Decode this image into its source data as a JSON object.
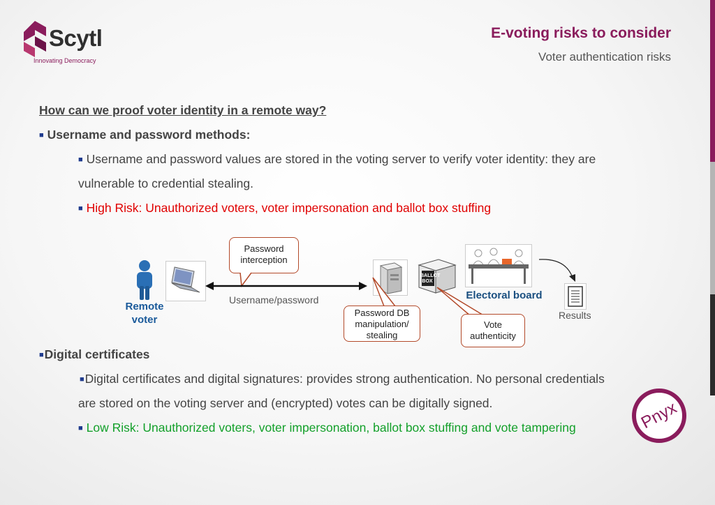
{
  "logo": {
    "name": "Scytl",
    "tagline": "Innovating Democracy"
  },
  "header": {
    "title": "E-voting risks to consider",
    "subtitle": "Voter authentication risks"
  },
  "question": "How can we proof voter identity in a remote way?",
  "section1": {
    "heading": "Username and password methods:",
    "detail_line1": "Username and password values are stored in the voting server to verify voter identity: they are",
    "detail_line2": "vulnerable to credential stealing.",
    "risk": "High Risk: Unauthorized voters, voter impersonation and ballot box stuffing"
  },
  "diagram": {
    "remote_voter": "Remote voter",
    "password_interception": "Password interception",
    "connection_label": "Username/password",
    "password_db": "Password DB manipulation/ stealing",
    "ballot_box": "BALLOT BOX",
    "electoral_board": "Electoral board",
    "vote_authenticity": "Vote authenticity",
    "results": "Results"
  },
  "section2": {
    "heading": "Digital certificates",
    "detail_line1": "Digital certificates and digital signatures: provides strong authentication. No personal credentials",
    "detail_line2": "are stored on the voting server and (encrypted) votes can be digitally signed.",
    "risk": "Low Risk: Unauthorized voters, voter impersonation, ballot box stuffing and vote tampering"
  },
  "stamp": "Pnyx",
  "colors": {
    "brand": "#8a1c5c",
    "high_risk": "#e00000",
    "low_risk": "#13a02a",
    "bullet": "#1f3b8e"
  },
  "icons": [
    "scytl-logo-icon",
    "person-icon",
    "laptop-icon",
    "server-icon",
    "ballot-box-icon",
    "electoral-board-icon",
    "results-document-icon",
    "pnyx-stamp"
  ]
}
